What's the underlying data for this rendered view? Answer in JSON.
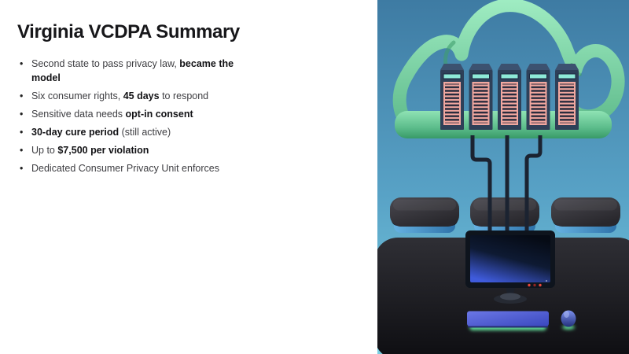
{
  "slide": {
    "title": "Virginia VCDPA Summary",
    "bullet_char": "•",
    "bullets": [
      [
        {
          "text": "Second state to pass privacy law, ",
          "bold": false
        },
        {
          "text": "became the model",
          "bold": true
        }
      ],
      [
        {
          "text": "Six consumer rights, ",
          "bold": false
        },
        {
          "text": "45 days",
          "bold": true
        },
        {
          "text": " to respond",
          "bold": false
        }
      ],
      [
        {
          "text": "Sensitive data needs ",
          "bold": false
        },
        {
          "text": "opt-in consent",
          "bold": true
        }
      ],
      [
        {
          "text": "30-day cure period",
          "bold": true
        },
        {
          "text": " (still active)",
          "bold": false
        }
      ],
      [
        {
          "text": "Up to ",
          "bold": false
        },
        {
          "text": "$7,500 per violation",
          "bold": true
        }
      ],
      [
        {
          "text": "Dedicated Consumer Privacy Unit enforces",
          "bold": false
        }
      ]
    ]
  },
  "illustration": {
    "name": "3d-cloud-servers-connected-to-desktop",
    "colors": {
      "sky_top": "#3e7ba3",
      "sky_mid": "#58a2c6",
      "sky_bottom": "#79cde0",
      "cloud_light": "#9fecc2",
      "cloud_dark": "#55b383",
      "cloud_shadow": "#3f9e6c",
      "shelf_top": "#8fe3b4",
      "shelf_mid": "#5dbd8c",
      "shelf_bottom": "#389a67",
      "server_body": "#2e4058",
      "server_topface": "#3c5270",
      "server_panel": "#f2a8a0",
      "server_stripe": "#23283a",
      "server_led": "#8eead8",
      "cable": "#1b2331",
      "pad_top_light": "#4a4950",
      "pad_top_dark": "#28272c",
      "pad_mid": "#141d29",
      "pad_base_light": "#66b2e2",
      "pad_base_dark": "#2e72a9",
      "desk_top": "#2f2f35",
      "desk_bottom": "#0f0f13",
      "monitor_frame": "#0e141d",
      "screen_dark": "#060b15",
      "screen_mid": "#0e1a33",
      "screen_blue": "#3f5bdc",
      "stand": "#262a33",
      "stand_light": "#3e4450",
      "button_red": "#e8473a",
      "button_dark_red": "#8f2420",
      "led_white": "#d7dde8",
      "keyboard_light": "#6b77e6",
      "keyboard_dark": "#3a48bf",
      "keyboard_edge": "#262c6e",
      "glow_green": "#5fd694",
      "mouse_light": "#7b90ee",
      "mouse_dark": "#222f7a",
      "mouse_highlight": "#aebdf5"
    }
  }
}
